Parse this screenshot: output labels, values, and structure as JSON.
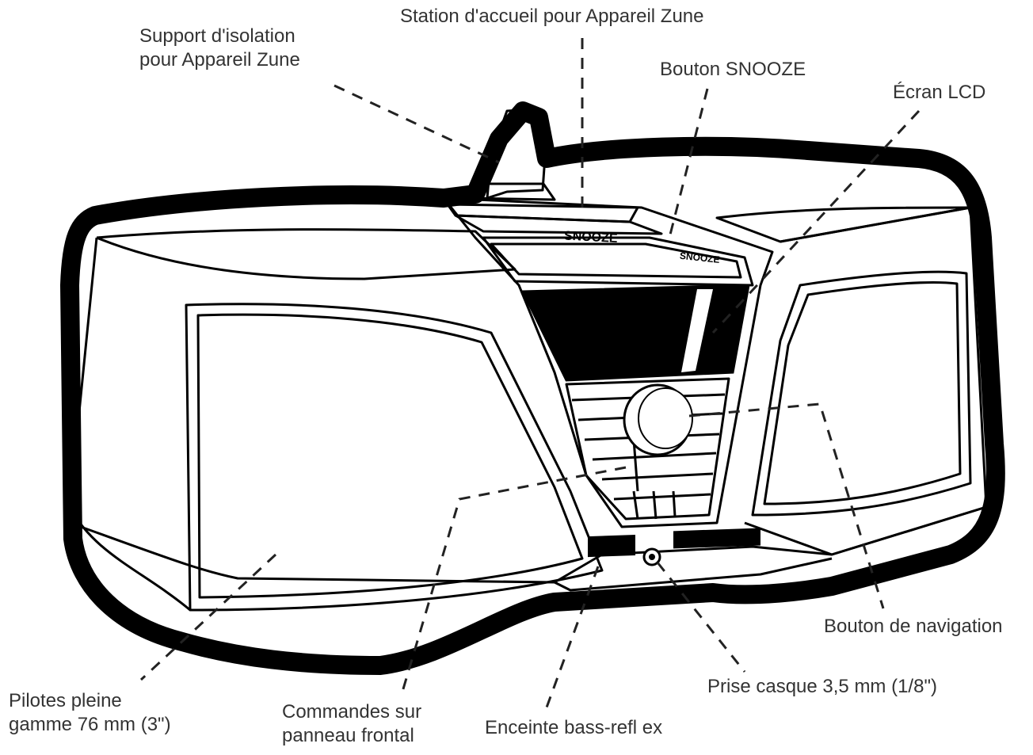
{
  "callouts": {
    "isolation_support": {
      "lines": [
        "Support d'isolation",
        "pour Appareil Zune"
      ]
    },
    "dock_station": {
      "lines": [
        "Station d'accueil pour Appareil Zune"
      ]
    },
    "snooze_button": {
      "lines": [
        "Bouton SNOOZE"
      ]
    },
    "lcd_screen": {
      "lines": [
        "Écran LCD"
      ]
    },
    "nav_button": {
      "lines": [
        "Bouton de navigation"
      ]
    },
    "headphone_jack": {
      "lines": [
        "Prise casque 3,5 mm (1/8\")"
      ]
    },
    "bass_reflex": {
      "lines": [
        "Enceinte bass-refl ex"
      ]
    },
    "front_controls": {
      "lines": [
        "Commandes sur",
        "panneau frontal"
      ]
    },
    "full_range_drivers": {
      "lines": [
        "Pilotes pleine",
        "gamme 76 mm (3\")"
      ]
    }
  },
  "device": {
    "snooze_top_text": "SNOOZE",
    "snooze_side_text": "SNOOZE"
  }
}
